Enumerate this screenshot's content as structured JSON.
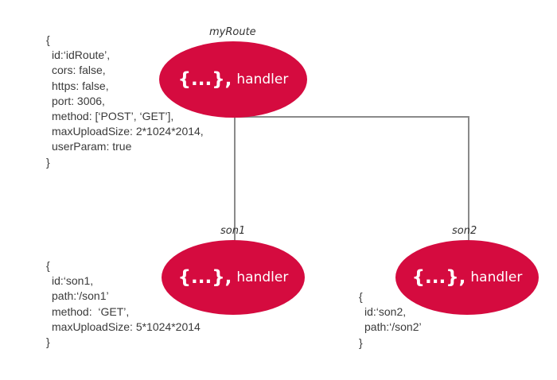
{
  "colors": {
    "node_fill": "#d50b3f",
    "node_text": "#ffffff",
    "connector": "#8a8a8a",
    "config_text": "#3a3a3a"
  },
  "nodes": {
    "root": {
      "title": "myRoute",
      "label": "{...},",
      "handler": "handler",
      "config": [
        "{",
        "id:‘idRoute’,",
        "cors: false,",
        "https: false,",
        "port: 3006,",
        "method: [‘POST’, ‘GET’],",
        "maxUploadSize: 2*1024*2014,",
        "userParam: true",
        "}"
      ]
    },
    "son1": {
      "title": "son1",
      "label": "{...},",
      "handler": "handler",
      "config": [
        "{",
        "id:‘son1,",
        "path:‘/son1’",
        "method:  ‘GET’,",
        "maxUploadSize: 5*1024*2014",
        "}"
      ]
    },
    "son2": {
      "title": "son2",
      "label": "{...},",
      "handler": "handler",
      "config": [
        "{",
        "id:‘son2,",
        "path:‘/son2’",
        "}"
      ]
    }
  }
}
